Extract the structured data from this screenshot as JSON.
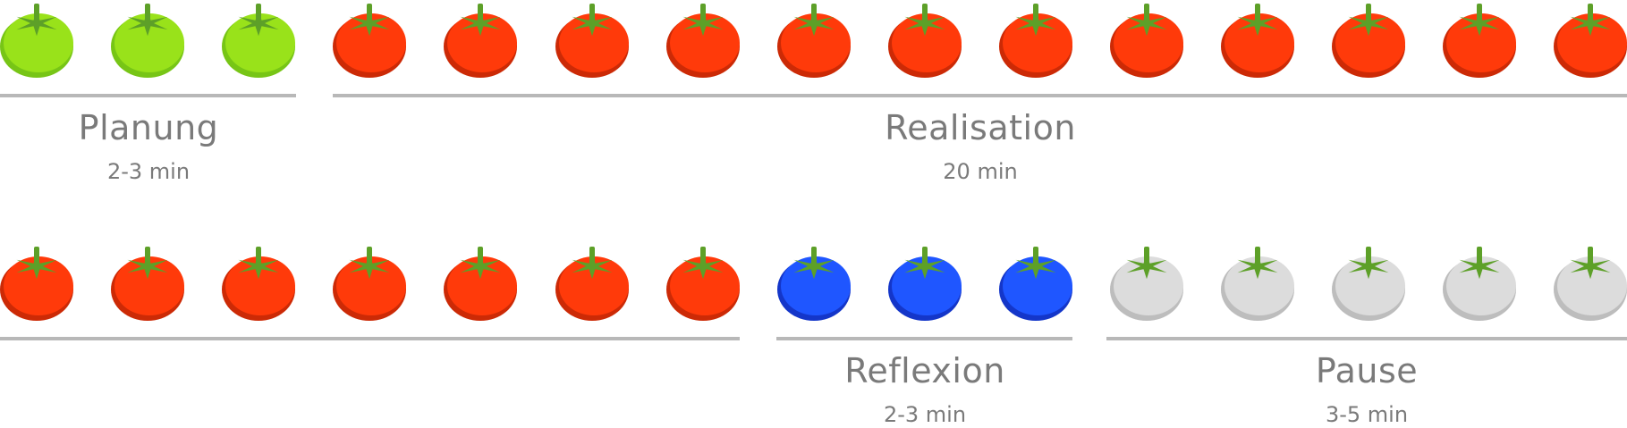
{
  "phases": {
    "planung": {
      "label": "Planung",
      "duration": "2-3 min",
      "color": "#99e21a",
      "shade": "#77c516"
    },
    "realisation": {
      "label": "Realisation",
      "duration": "20 min",
      "color": "#ff3a0a",
      "shade": "#cc2a06"
    },
    "reflexion": {
      "label": "Reflexion",
      "duration": "2-3 min",
      "color": "#1f56ff",
      "shade": "#1436c9"
    },
    "pause": {
      "label": "Pause",
      "duration": "3-5 min",
      "color": "#dcdcdc",
      "shade": "#bdbdbd"
    }
  },
  "stem_color": "#5da028",
  "rows": [
    [
      "planung",
      "planung",
      "planung",
      "realisation",
      "realisation",
      "realisation",
      "realisation",
      "realisation",
      "realisation",
      "realisation",
      "realisation",
      "realisation",
      "realisation",
      "realisation",
      "realisation"
    ],
    [
      "realisation",
      "realisation",
      "realisation",
      "realisation",
      "realisation",
      "realisation",
      "realisation",
      "reflexion",
      "reflexion",
      "reflexion",
      "pause",
      "pause",
      "pause",
      "pause",
      "pause"
    ]
  ]
}
